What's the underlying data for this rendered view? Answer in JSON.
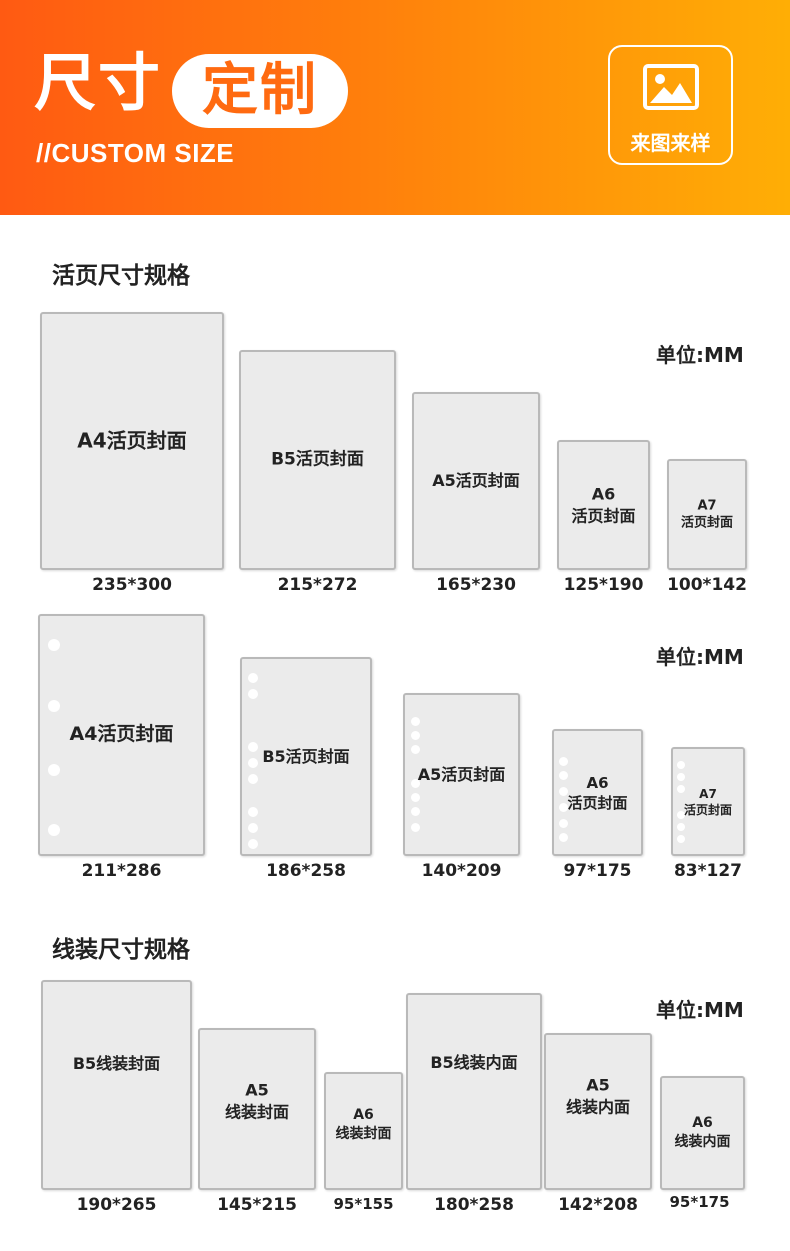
{
  "header": {
    "title_main": "尺寸",
    "title_highlight": "定制",
    "subtitle": "//CUSTOM SIZE",
    "badge_label": "来图来样",
    "badge_icon": "image-icon"
  },
  "sections": {
    "loose_title": "活页尺寸规格",
    "thread_title": "线装尺寸规格"
  },
  "unit_label": "单位:MM",
  "row1": [
    {
      "lines": [
        "A4活页封面"
      ],
      "size": "235*300"
    },
    {
      "lines": [
        "B5活页封面"
      ],
      "size": "215*272"
    },
    {
      "lines": [
        "A5活页封面"
      ],
      "size": "165*230"
    },
    {
      "lines": [
        "A6",
        "活页封面"
      ],
      "size": "125*190"
    },
    {
      "lines": [
        "A7",
        "活页封面"
      ],
      "size": "100*142"
    }
  ],
  "row2": [
    {
      "lines": [
        "A4活页封面"
      ],
      "size": "211*286"
    },
    {
      "lines": [
        "B5活页封面"
      ],
      "size": "186*258"
    },
    {
      "lines": [
        "A5活页封面"
      ],
      "size": "140*209"
    },
    {
      "lines": [
        "A6",
        "活页封面"
      ],
      "size": "97*175"
    },
    {
      "lines": [
        "A7",
        "活页封面"
      ],
      "size": "83*127"
    }
  ],
  "row3": [
    {
      "lines": [
        "B5线装封面"
      ],
      "size": "190*265"
    },
    {
      "lines": [
        "A5",
        "线装封面"
      ],
      "size": "145*215"
    },
    {
      "lines": [
        "A6",
        "线装封面"
      ],
      "size": "95*155"
    },
    {
      "lines": [
        "B5线装内面"
      ],
      "size": "180*258"
    },
    {
      "lines": [
        "A5",
        "线装内面"
      ],
      "size": "142*208"
    },
    {
      "lines": [
        "A6",
        "线装内面"
      ],
      "size": "95*175"
    }
  ]
}
